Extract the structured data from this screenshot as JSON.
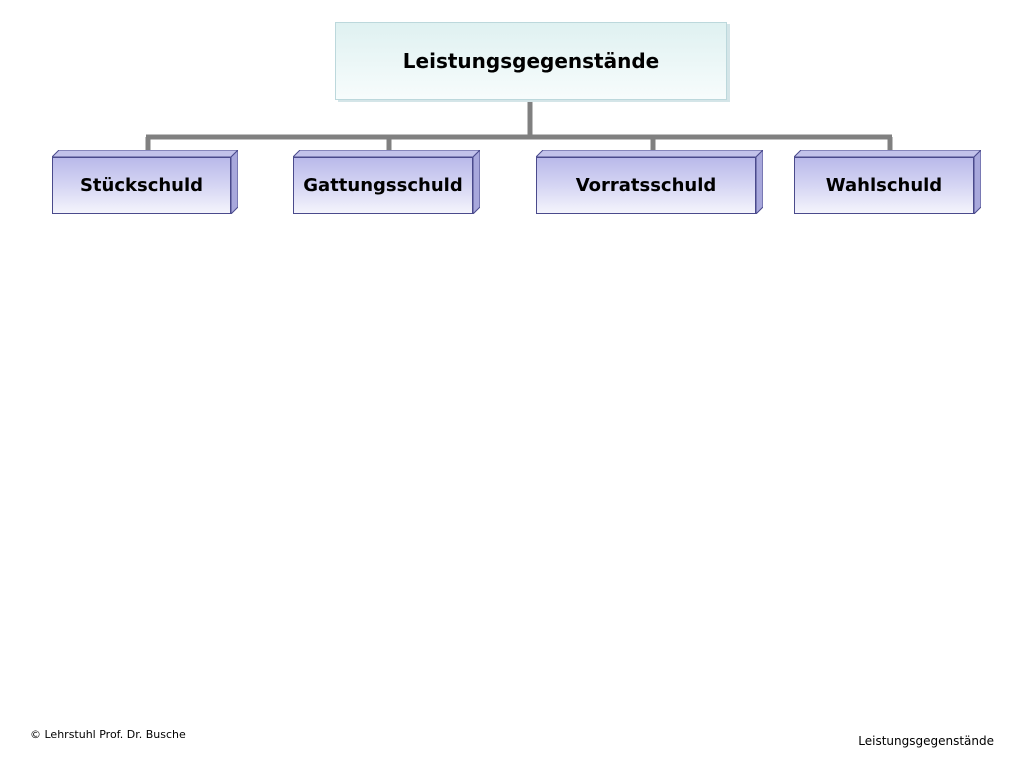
{
  "diagram": {
    "root": {
      "label": "Leistungsgegenstände"
    },
    "children": [
      {
        "label": "Stückschuld"
      },
      {
        "label": "Gattungsschuld"
      },
      {
        "label": "Vorratsschuld"
      },
      {
        "label": "Wahlschuld"
      }
    ]
  },
  "footer": {
    "left": "© Lehrstuhl Prof. Dr. Busche",
    "right": "Leistungsgegenstände"
  },
  "colors": {
    "connector": "#808080",
    "root_fill": "#e6f5f5",
    "child_fill": "#c8c8ef",
    "child_border": "#4a4a8c"
  }
}
